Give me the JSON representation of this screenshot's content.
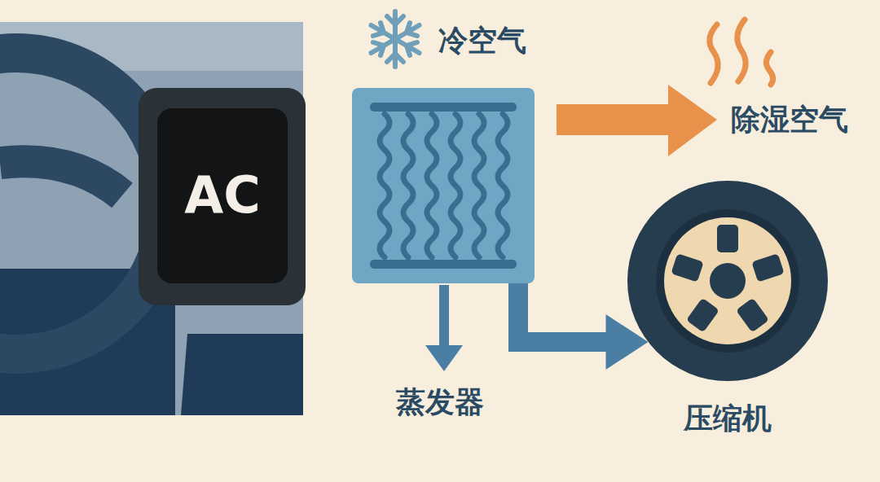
{
  "diagram": {
    "nodes": [
      {
        "text": [
          "AC"
        ]
      },
      {
        "text": [
          "冷空气"
        ]
      },
      {
        "text": [
          "压缩机"
        ]
      }
    ],
    "edges": [
      {
        "from": 1,
        "to": 2,
        "arrow": "to"
      }
    ],
    "labels": [
      "除湿空气",
      "蒸发器"
    ]
  }
}
